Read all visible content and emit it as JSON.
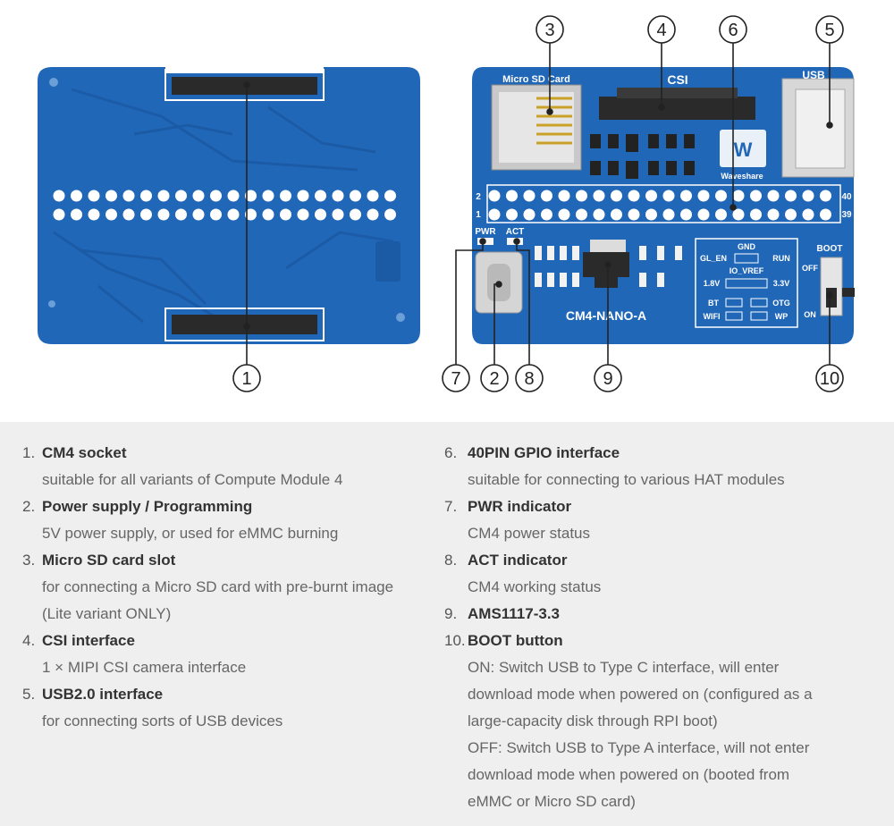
{
  "board": {
    "labels": {
      "micro_sd": "Micro SD Card",
      "csi": "CSI",
      "usb": "USB",
      "brand": "Waveshare",
      "pin2": "2",
      "pin1": "1",
      "pin40": "40",
      "pin39": "39",
      "pwr": "PWR",
      "act": "ACT",
      "gnd": "GND",
      "gl_en": "GL_EN",
      "run": "RUN",
      "io_vref": "IO_VREF",
      "v18": "1.8V",
      "v33": "3.3V",
      "bt": "BT",
      "otg": "OTG",
      "wifi": "WIFI",
      "wp": "WP",
      "boot": "BOOT",
      "off": "OFF",
      "on": "ON",
      "model": "CM4-NANO-A"
    },
    "callouts": [
      "1",
      "2",
      "3",
      "4",
      "5",
      "6",
      "7",
      "8",
      "9",
      "10"
    ]
  },
  "legend": {
    "left": [
      {
        "num": "1.",
        "title": "CM4 socket",
        "desc": [
          "suitable for all variants of Compute Module 4"
        ]
      },
      {
        "num": "2.",
        "title": "Power supply / Programming",
        "desc": [
          "5V power supply, or used for eMMC burning"
        ]
      },
      {
        "num": "3.",
        "title": "Micro SD card slot",
        "desc": [
          "for connecting a Micro SD card with pre-burnt image",
          "(Lite variant ONLY)"
        ]
      },
      {
        "num": "4.",
        "title": "CSI interface",
        "desc": [
          "1 × MIPI CSI camera interface"
        ]
      },
      {
        "num": "5.",
        "title": "USB2.0 interface",
        "desc": [
          "for connecting sorts of USB devices"
        ]
      }
    ],
    "right": [
      {
        "num": "6.",
        "title": "40PIN GPIO interface",
        "desc": [
          "suitable for connecting to various HAT modules"
        ]
      },
      {
        "num": "7.",
        "title": "PWR indicator",
        "desc": [
          "CM4 power status"
        ]
      },
      {
        "num": "8.",
        "title": "ACT indicator",
        "desc": [
          "CM4 working status"
        ]
      },
      {
        "num": "9.",
        "title": "AMS1117-3.3",
        "desc": []
      },
      {
        "num": "10.",
        "title": "BOOT button",
        "desc": [
          "ON: Switch USB to Type C interface, will enter",
          "download mode when powered on (configured as a",
          "large-capacity disk through RPI boot)",
          "OFF: Switch USB to Type A interface, will not enter",
          "download mode when powered on (booted from",
          "eMMC or Micro SD card)"
        ]
      }
    ]
  },
  "colors": {
    "pcb": "#2167b8",
    "pcb_trace": "#1b5aa5",
    "pin": "#ffffff",
    "connector": "#2a2a2a",
    "legend_bg": "#efefef"
  }
}
